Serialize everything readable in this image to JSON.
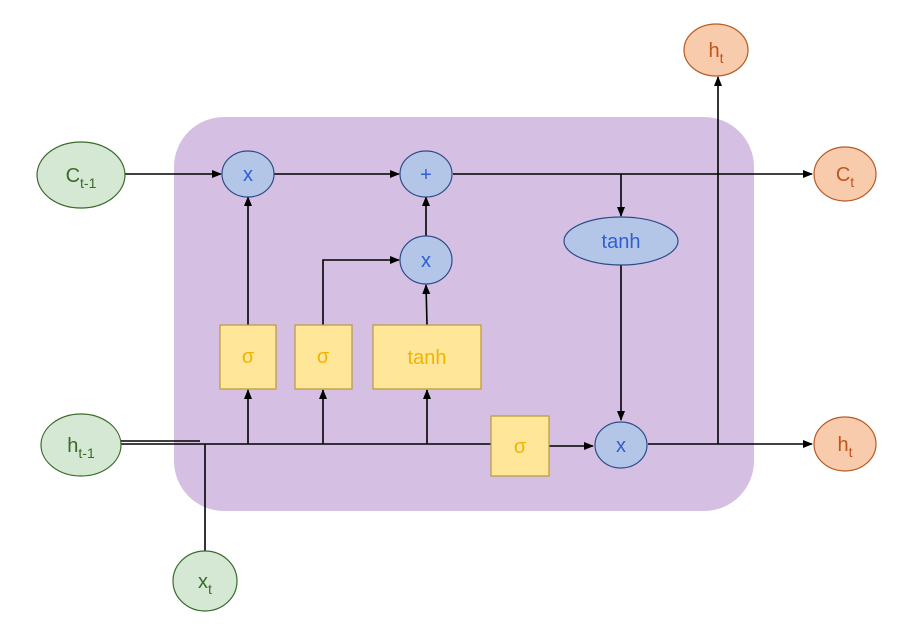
{
  "colors": {
    "cell_fill": "#d5c0e3",
    "input_fill": "#d5e8d4",
    "input_stroke": "#3a6b2a",
    "input_text": "#3a6b2a",
    "output_fill": "#f8cbad",
    "output_stroke": "#b85a22",
    "output_text": "#c0561a",
    "op_fill": "#b4c6e7",
    "op_stroke": "#2f4b8a",
    "op_text": "#2f5fd0",
    "gate_fill": "#ffe699",
    "gate_stroke": "#b99a38",
    "gate_text": "#f0b400",
    "line": "#000000"
  },
  "inputs": {
    "c_prev": {
      "base": "C",
      "sub": "t-1"
    },
    "h_prev": {
      "base": "h",
      "sub": "t-1"
    },
    "x_t": {
      "base": "x",
      "sub": "t"
    }
  },
  "outputs": {
    "h_top": {
      "base": "h",
      "sub": "t"
    },
    "c_t": {
      "base": "C",
      "sub": "t"
    },
    "h_right": {
      "base": "h",
      "sub": "t"
    }
  },
  "ops": {
    "forget_mult": "x",
    "add": "+",
    "input_mult": "x",
    "output_mult": "x",
    "cell_tanh": "tanh"
  },
  "gates": {
    "forget_sigma": "σ",
    "input_sigma": "σ",
    "candidate_tanh": "tanh",
    "output_sigma": "σ"
  }
}
